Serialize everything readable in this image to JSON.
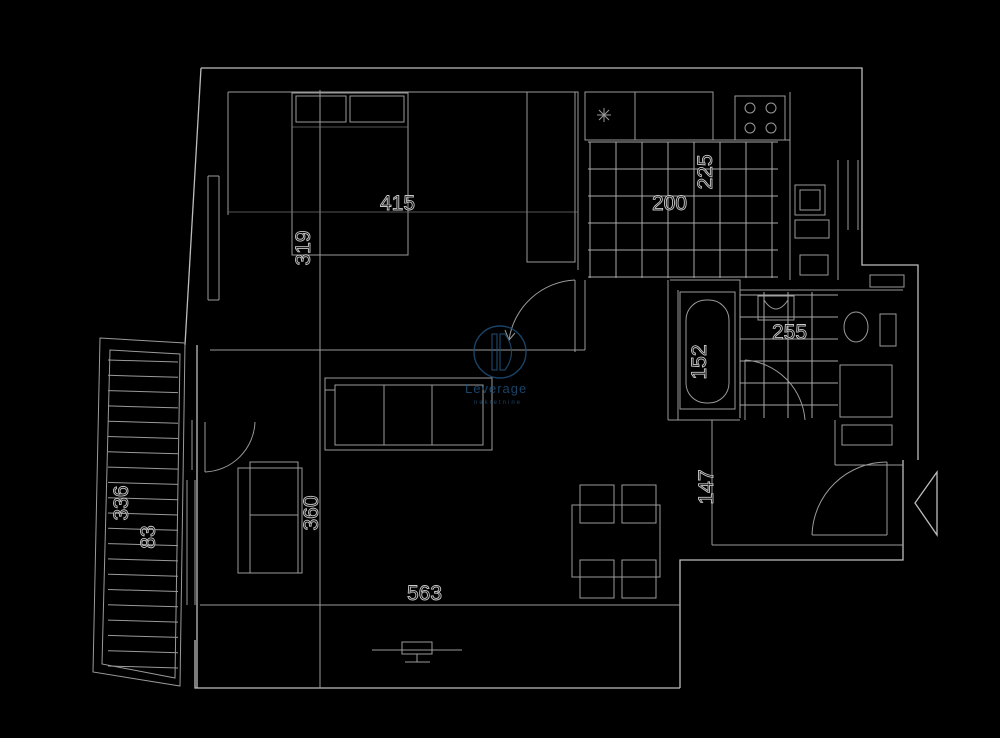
{
  "dimensions": {
    "bedroom_width": "415",
    "bedroom_depth": "319",
    "kitchen": "200",
    "kitchen_depth": "225",
    "bathroom": "255",
    "bath_length": "152",
    "hall_width": "147",
    "living_width": "563",
    "living_depth": "360",
    "balcony_length": "336",
    "balcony_width": "83"
  },
  "logo": {
    "name": "Leverage",
    "subtitle": "nekretnine"
  },
  "colors": {
    "background": "#000000",
    "lines": "#bdbdbd",
    "logo": "#1f4f7a"
  }
}
